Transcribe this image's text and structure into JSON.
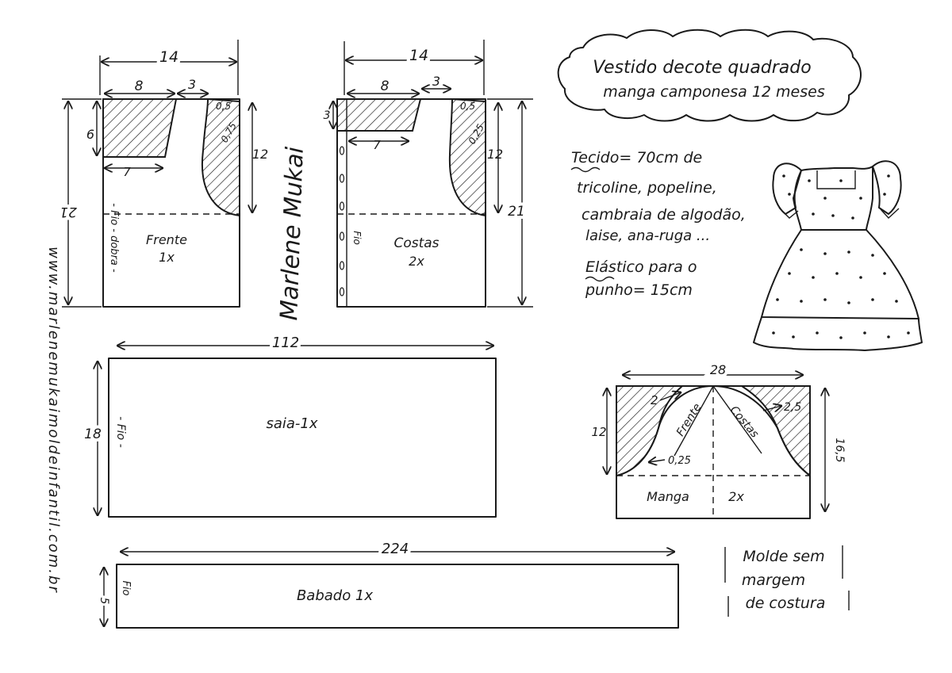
{
  "title": {
    "line1": "Vestido decote quadrado",
    "line2": "manga camponesa 12 meses"
  },
  "fabric": {
    "line1": "Tecido= 70cm de",
    "line2": "tricoline, popeline,",
    "line3": "cambraia de algodão,",
    "line4": "laise, ana-ruga ...",
    "line5": "Elástico para o",
    "line6": "punho= 15cm"
  },
  "note": {
    "line1": "Molde sem",
    "line2": "margem",
    "line3": "de costura"
  },
  "website": "www.marlenemukaimoldeinfantil.com.br",
  "signature": "Marlene Mukai",
  "pieces": {
    "front": {
      "name": "Frente",
      "qty": "1x",
      "grain": "- Fio - dobra -",
      "width": "14",
      "neck_width": "8",
      "shoulder": "3",
      "neck_depth": "6",
      "lower_neck": "7",
      "shoulder_drop": "0,5",
      "armhole_curve": "0,75",
      "armhole_depth": "12",
      "length": "21"
    },
    "back": {
      "name": "Costas",
      "qty": "2x",
      "grain": "Fio",
      "width": "14",
      "neck_width": "8",
      "shoulder": "3",
      "neck_depth": "3",
      "lower_neck": "7",
      "shoulder_drop": "0,5",
      "armhole_curve": "0,25",
      "armhole_depth": "12",
      "length": "21"
    },
    "skirt": {
      "name": "saia-1x",
      "grain": "- Fio -",
      "width": "112",
      "height": "18"
    },
    "ruffle": {
      "name": "Babado 1x",
      "grain": "Fio",
      "width": "224",
      "height": "5"
    },
    "sleeve": {
      "name": "Manga",
      "qty": "2x",
      "width": "28",
      "cap_height": "12",
      "side_height": "16,5",
      "front_label": "Frente",
      "back_label": "Costas",
      "offset_left": "2",
      "offset_right": "2,5",
      "curve_depth": "0,25"
    }
  }
}
